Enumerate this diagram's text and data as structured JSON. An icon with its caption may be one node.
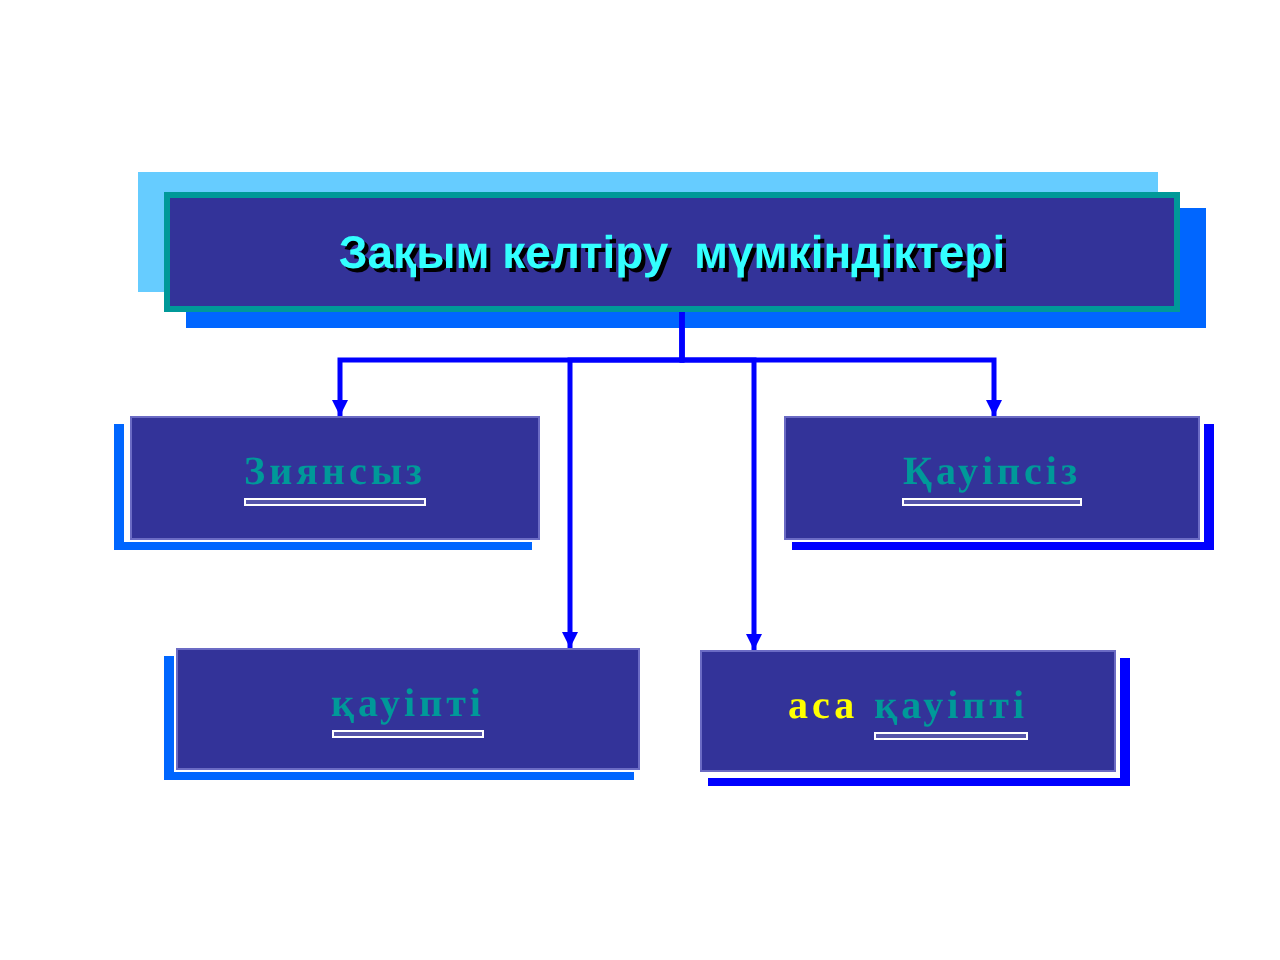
{
  "diagram": {
    "nodes": [
      {
        "text": [
          "Зақым келтіру  мүмкіндіктері"
        ]
      },
      {
        "text": [
          "Зиянсыз"
        ]
      },
      {
        "text": [
          "Қауіпсіз"
        ]
      },
      {
        "text": [
          "қауіпті"
        ]
      },
      {
        "text": [
          "аса",
          "қауіпті"
        ]
      }
    ],
    "edges": [
      {
        "from": 0,
        "to": 1,
        "arrow": "to"
      },
      {
        "from": 0,
        "to": 2,
        "arrow": "to"
      },
      {
        "from": 0,
        "to": 3,
        "arrow": "to"
      },
      {
        "from": 0,
        "to": 4,
        "arrow": "to"
      }
    ]
  }
}
